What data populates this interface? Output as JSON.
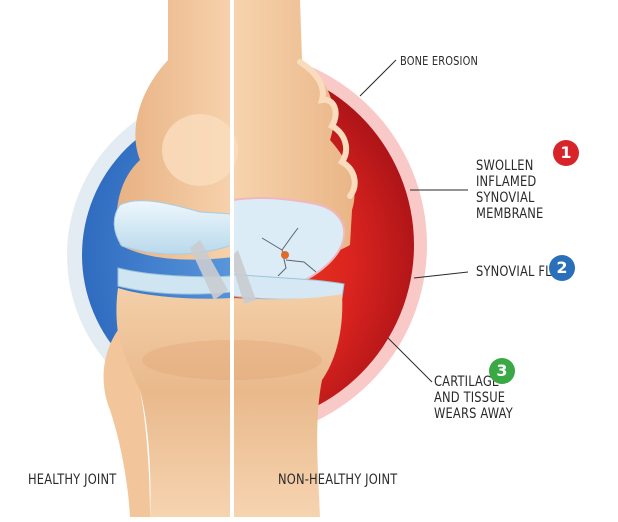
{
  "labels": {
    "bone_erosion": "BONE EROSION",
    "swollen_lines": [
      "SWOLLEN",
      "INFLAMED",
      "SYNOVIAL",
      "MEMBRANE"
    ],
    "synovial_fluid": "SYNOVIAL FLUID",
    "cartilage_lines": [
      "CARTILAGE",
      "AND TISSUE",
      "WEARS AWAY"
    ],
    "healthy_joint": "HEALTHY JOINT",
    "non_healthy_joint": "NON-HEALTHY JOINT"
  },
  "badges": [
    {
      "number": "1",
      "color": "#d8232a"
    },
    {
      "number": "2",
      "color": "#2a6fba"
    },
    {
      "number": "3",
      "color": "#3aa845"
    }
  ],
  "colors": {
    "healthy_capsule": "#3f7fcf",
    "inflamed_capsule": "#c8161d",
    "bone": "#f3c79a",
    "cartilage": "#d8ecf6"
  }
}
